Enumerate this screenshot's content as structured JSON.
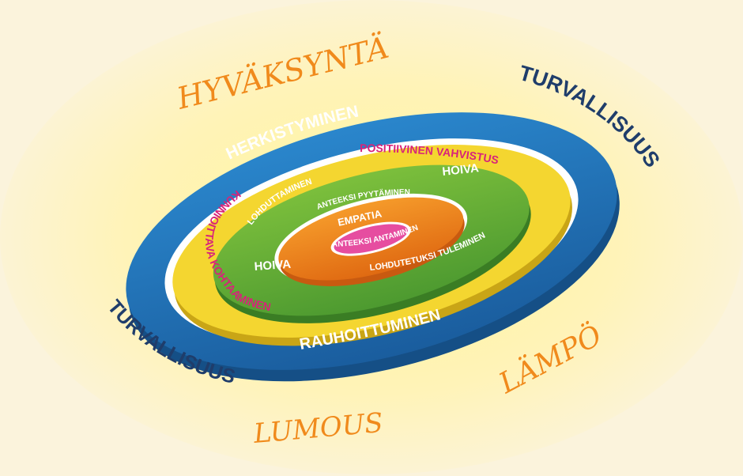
{
  "colors": {
    "background_outer": "#fbf3dc",
    "glow_center": "#fff6a0",
    "blue_ring": "#1e6bb0",
    "blue_ring_dark": "#154f86",
    "yellow_ring": "#f2d22a",
    "green_ring": "#5aa53a",
    "orange_ring": "#ee7a1a",
    "pink_center": "#e64da0",
    "outer_text_orange": "#f08a1c",
    "outer_text_navy": "#1f3d6b",
    "pink_text": "#d8237a"
  },
  "outer_words": {
    "top_left": "HYVÄKSYNTÄ",
    "top_right": "TURVALLISUUS",
    "bottom_left": "TURVALLISUUS",
    "bottom_right": "LÄMPÖ",
    "bottom": "LUMOUS"
  },
  "rings": {
    "blue": {
      "top_label": "HERKISTYMINEN",
      "bottom_label": "RAUHOITTUMINEN"
    },
    "yellow": {
      "top_label": "POSITIIVINEN VAHVISTUS",
      "left_label": "KUNNIOITTAVA KOHTAAMINEN"
    },
    "green": {
      "hoiva_top": "HOIVA",
      "hoiva_bottom": "HOIVA",
      "left_label": "LOHDUTTAMINEN",
      "right_label": "LOHDUTETUKSI TULEMINEN"
    },
    "orange": {
      "top_label": "ANTEEKSI PYYTÄMINEN",
      "bottom_label": "ANTEEKSI ANTAMINEN"
    },
    "center": {
      "label": "EMPATIA"
    }
  }
}
